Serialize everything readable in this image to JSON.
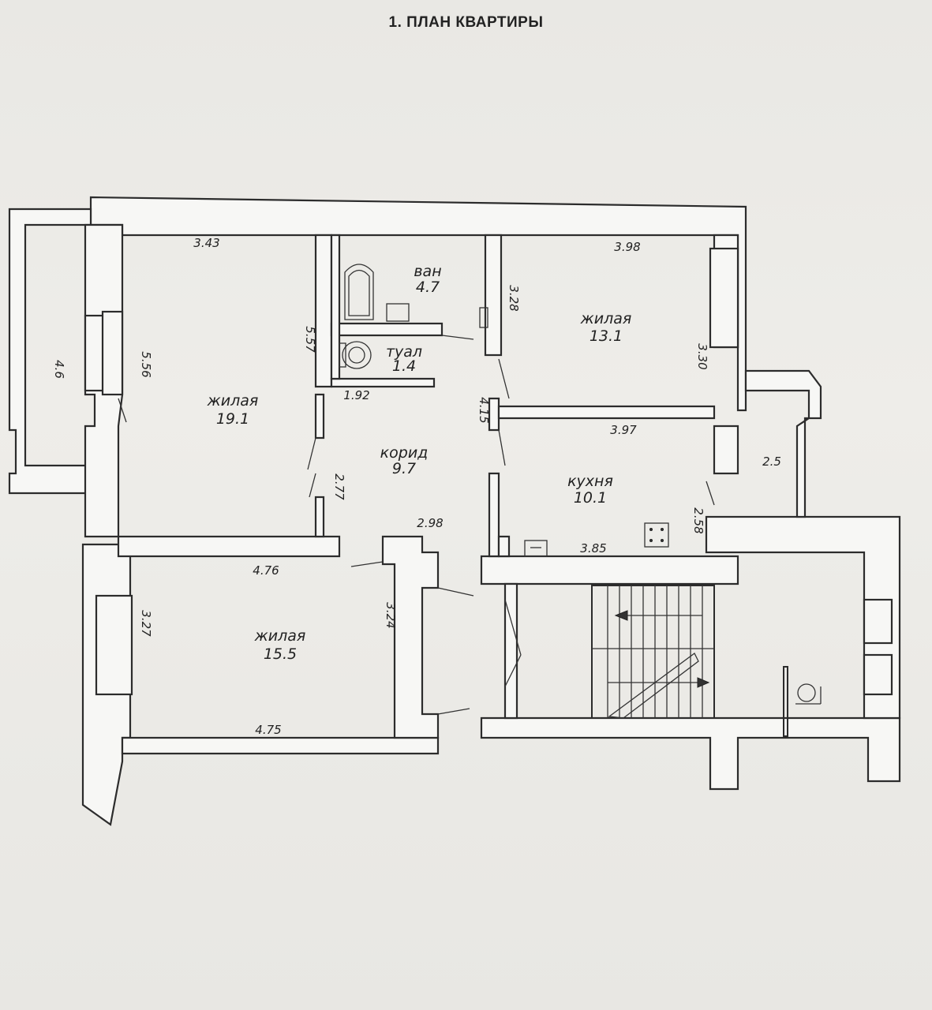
{
  "title": "1. ПЛАН КВАРТИРЫ",
  "rooms": [
    {
      "name": "жилая",
      "area": "19.1"
    },
    {
      "name": "ван",
      "area": "4.7"
    },
    {
      "name": "туал",
      "area": "1.4"
    },
    {
      "name": "жилая",
      "area": "13.1"
    },
    {
      "name": "корид",
      "area": "9.7"
    },
    {
      "name": "кухня",
      "area": "10.1"
    },
    {
      "name": "жилая",
      "area": "15.5"
    }
  ],
  "balconies": [
    {
      "area": "4.6"
    },
    {
      "area": "2.5"
    }
  ],
  "dimensions": {
    "d343": "3.43",
    "d556": "5.56",
    "d557": "5.57",
    "d192": "1.92",
    "d328": "3.28",
    "d398": "3.98",
    "d330": "3.30",
    "d415": "4.15",
    "d397": "3.97",
    "d277": "2.77",
    "d298": "2.98",
    "d258": "2.58",
    "d385": "3.85",
    "d476": "4.76",
    "d324": "3.24",
    "d327": "3.27",
    "d475": "4.75"
  }
}
